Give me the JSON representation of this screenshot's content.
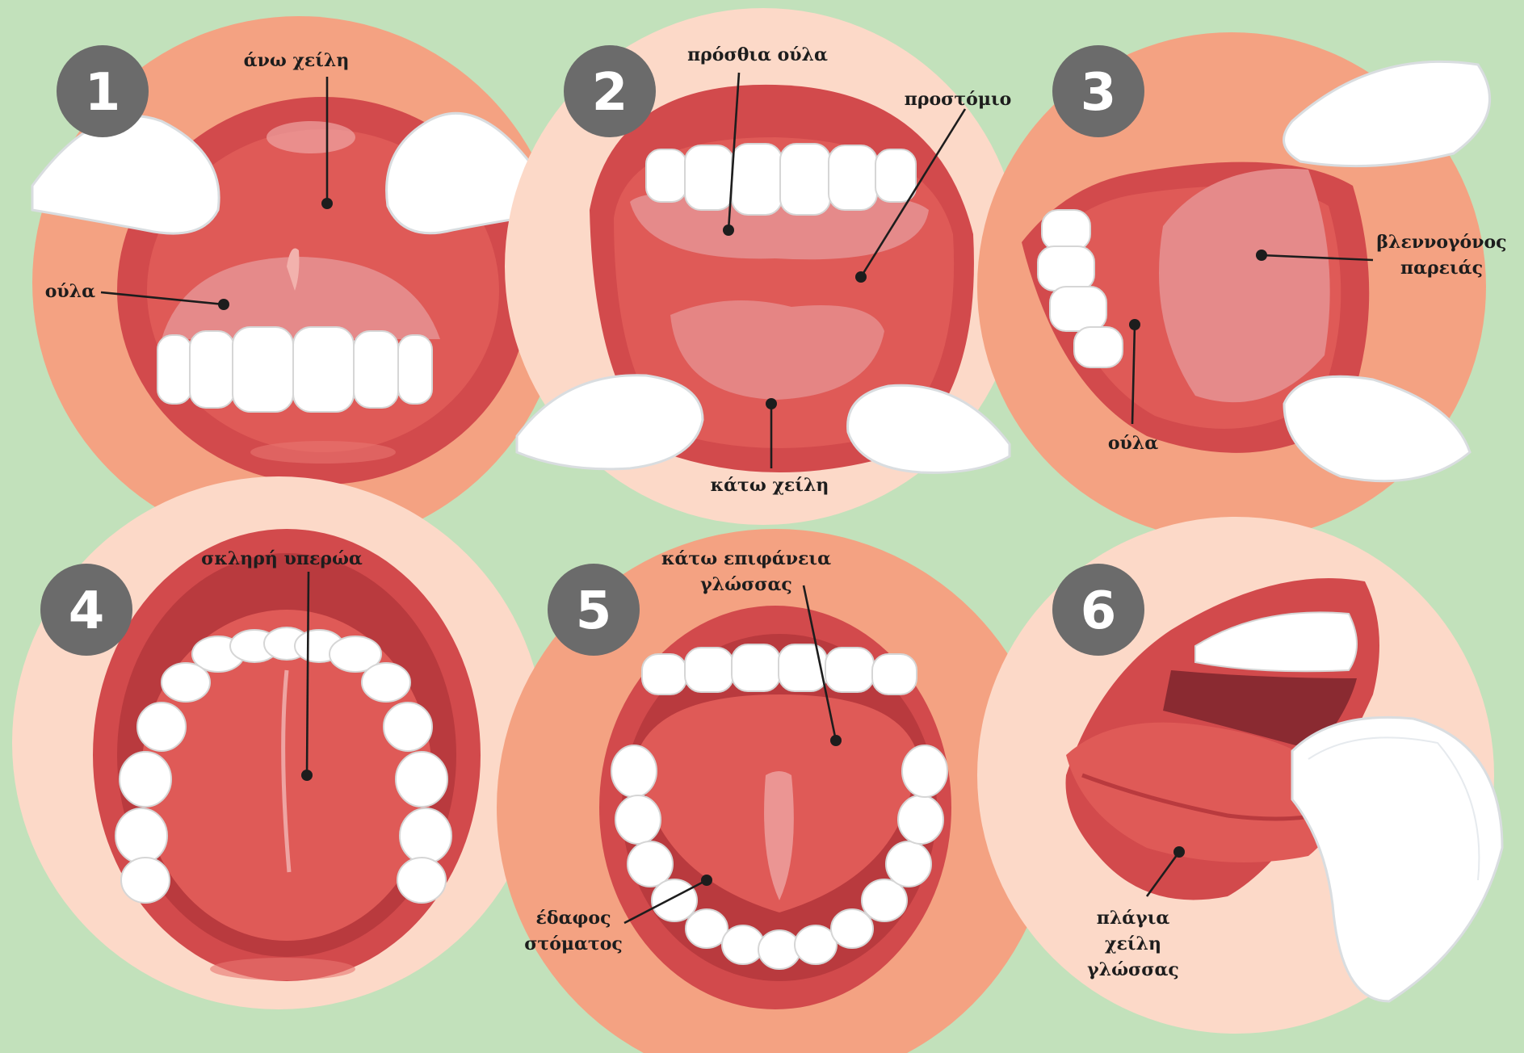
{
  "colors": {
    "background": "#c2e1bb",
    "circle_dark": "#f4a282",
    "circle_light": "#fcd9c8",
    "lip": "#d24a4c",
    "lip_dark": "#b93a3e",
    "mouth_inner": "#df5a57",
    "gum": "#e58a8a",
    "badge": "#6b6b6b"
  },
  "panels": [
    {
      "number": "1",
      "labels": {
        "upper_lip": "άνω χείλη",
        "gums": "ούλα"
      }
    },
    {
      "number": "2",
      "labels": {
        "front_gums": "πρόσθια ούλα",
        "vestibule": "προστόμιο",
        "lower_lip": "κάτω χείλη"
      }
    },
    {
      "number": "3",
      "labels": {
        "cheek_line1": "βλεννογόνος",
        "cheek_line2": "παρειάς",
        "gums": "ούλα"
      }
    },
    {
      "number": "4",
      "labels": {
        "hard_palate": "σκληρή υπερώα"
      }
    },
    {
      "number": "5",
      "labels": {
        "tongue_line1": "κάτω επιφάνεια",
        "tongue_line2": "γλώσσας",
        "floor_line1": "έδαφος",
        "floor_line2": "στόματος"
      }
    },
    {
      "number": "6",
      "labels": {
        "side_line1": "πλάγια",
        "side_line2": "χείλη",
        "side_line3": "γλώσσας"
      }
    }
  ]
}
